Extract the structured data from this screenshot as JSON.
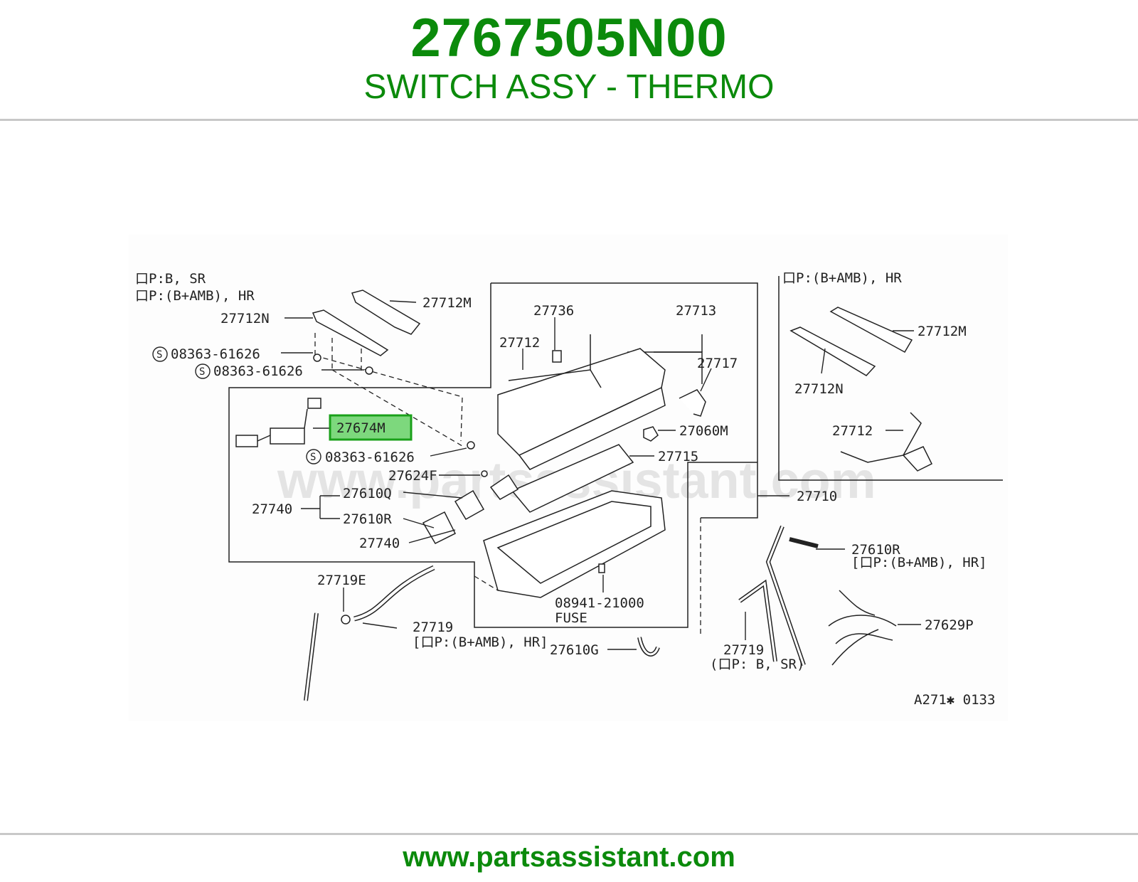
{
  "header": {
    "part_number": "2767505N00",
    "part_name": "SWITCH ASSY - THERMO"
  },
  "footer": {
    "url": "www.partsassistant.com"
  },
  "diagram": {
    "watermark": "www.partsassistant.com",
    "drawing_id": "A271✱ 0133",
    "highlight_color": "#7dd87d",
    "highlight_border": "#1aa01a",
    "notes": {
      "op_b_sr": "口P:B, SR",
      "op_bamb_hr_left": "口P:(B+AMB), HR",
      "op_bamb_hr_right": "口P:(B+AMB), HR",
      "op_bracket_27610r": "[口P:(B+AMB), HR]",
      "op_bracket_27719": "[口P:(B+AMB), HR]",
      "op_27719_b_sr": "(口P: B, SR)",
      "fuse": "FUSE"
    },
    "labels": {
      "l_27712M_a": "27712M",
      "l_27712N_a": "27712N",
      "l_08363_a": "08363-61626",
      "l_08363_b": "08363-61626",
      "l_08363_c": "08363-61626",
      "l_27736": "27736",
      "l_27713": "27713",
      "l_27712_a": "27712",
      "l_27717": "27717",
      "l_27674M": "27674M",
      "l_27060M": "27060M",
      "l_27715": "27715",
      "l_27624F": "27624F",
      "l_27610Q": "27610Q",
      "l_27740_a": "27740",
      "l_27610R_a": "27610R",
      "l_27740_b": "27740",
      "l_27710": "27710",
      "l_27719E": "27719E",
      "l_27719_a": "27719",
      "l_08941": "08941-21000",
      "l_27610G": "27610G",
      "l_27719_b": "27719",
      "l_27712M_b": "27712M",
      "l_27712N_b": "27712N",
      "l_27712_b": "27712",
      "l_27610R_b": "27610R",
      "l_27629P": "27629P"
    }
  }
}
